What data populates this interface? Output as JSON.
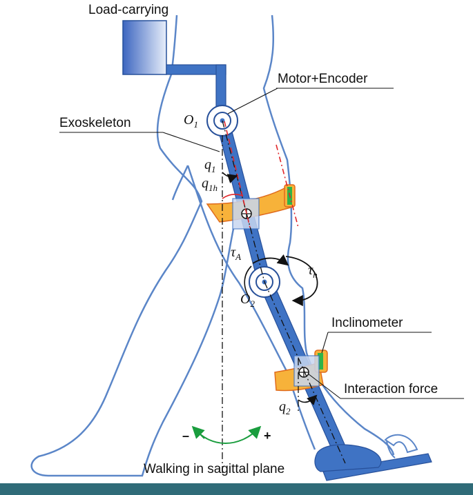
{
  "labels": {
    "load_carrying": "Load-carrying",
    "motor_encoder": "Motor+Encoder",
    "exoskeleton": "Exoskeleton",
    "inclinometer": "Inclinometer",
    "interaction_force": "Interaction force",
    "walking": "Walking in sagittal plane"
  },
  "symbols": {
    "o1": {
      "base": "O",
      "sub": "1"
    },
    "o2": {
      "base": "O",
      "sub": "2"
    },
    "q1": {
      "base": "q",
      "sub": "1"
    },
    "q1h": {
      "base": "q",
      "sub": "1h"
    },
    "q2": {
      "base": "q",
      "sub": "2"
    },
    "tau_a": {
      "base": "τ",
      "sub": "A"
    },
    "tau_h": {
      "base": "τ",
      "sub": "h"
    },
    "minus": "–",
    "plus": "+"
  },
  "colors": {
    "leg_outline": "#5b86c8",
    "exo_blue": "#3f73c4",
    "exo_dark": "#27509a",
    "strap_orange": "#f7b23a",
    "strap_edge": "#e06a1c",
    "sensor_green": "#2fb34a",
    "dash_red": "#e0262a",
    "ground": "#2f6b78",
    "arc_green": "#1a9d3e"
  }
}
